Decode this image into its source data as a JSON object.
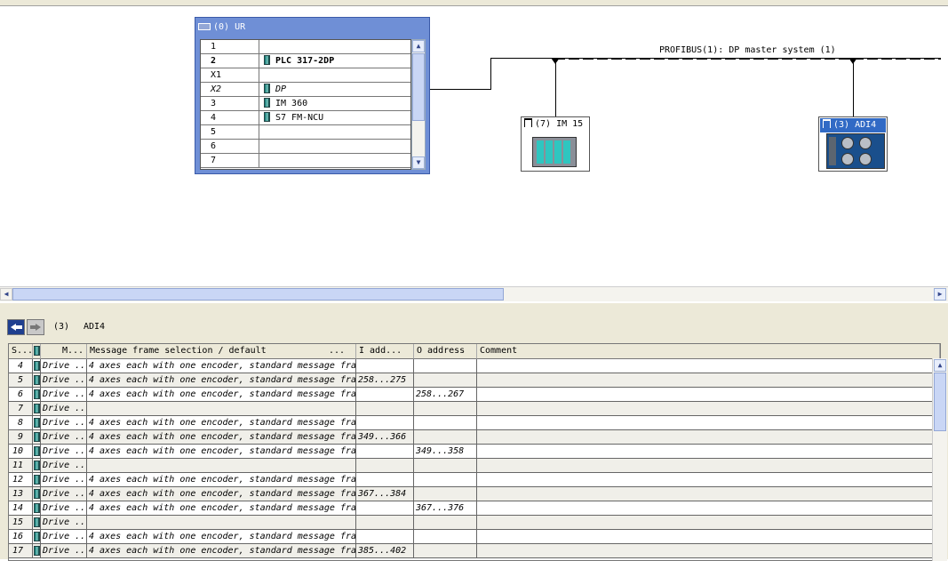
{
  "rack": {
    "title": "(0) UR",
    "rows": [
      {
        "slot": "1",
        "module": "",
        "slot_bold": false,
        "slot_italic": false,
        "module_bold": false,
        "module_italic": false,
        "icon": false
      },
      {
        "slot": "2",
        "module": "PLC 317-2DP",
        "slot_bold": true,
        "slot_italic": false,
        "module_bold": true,
        "module_italic": false,
        "icon": true
      },
      {
        "slot": "X1",
        "module": "",
        "slot_bold": false,
        "slot_italic": false,
        "module_bold": false,
        "module_italic": false,
        "icon": false
      },
      {
        "slot": "X2",
        "module": "DP",
        "slot_bold": false,
        "slot_italic": true,
        "module_bold": false,
        "module_italic": true,
        "icon": true
      },
      {
        "slot": "3",
        "module": "IM 360",
        "slot_bold": false,
        "slot_italic": false,
        "module_bold": false,
        "module_italic": false,
        "icon": true
      },
      {
        "slot": "4",
        "module": "S7 FM-NCU",
        "slot_bold": false,
        "slot_italic": false,
        "module_bold": false,
        "module_italic": false,
        "icon": true
      },
      {
        "slot": "5",
        "module": "",
        "slot_bold": false,
        "slot_italic": false,
        "module_bold": false,
        "module_italic": false,
        "icon": false
      },
      {
        "slot": "6",
        "module": "",
        "slot_bold": false,
        "slot_italic": false,
        "module_bold": false,
        "module_italic": false,
        "icon": false
      },
      {
        "slot": "7",
        "module": "",
        "slot_bold": false,
        "slot_italic": false,
        "module_bold": false,
        "module_italic": false,
        "icon": false
      }
    ]
  },
  "network": {
    "bus_label": "PROFIBUS(1): DP master system (1)",
    "stations": [
      {
        "label": "(7) IM 15",
        "selected": false
      },
      {
        "label": "(3) ADI4",
        "selected": true
      }
    ]
  },
  "detail": {
    "slot": "(3)",
    "name": "ADI4",
    "columns": [
      "S...",
      "",
      "M...",
      "Message frame selection / default",
      "I add...",
      "O address",
      "Comment"
    ],
    "header_ellipsis": "...",
    "rows": [
      {
        "slot": "4",
        "module": "Drive ...",
        "message": "4 axes each with one encoder, standard message fra",
        "i_addr": "",
        "o_addr": "",
        "comment": ""
      },
      {
        "slot": "5",
        "module": "Drive ...",
        "message": "4 axes each with one encoder, standard message fra",
        "i_addr": "258...275",
        "o_addr": "",
        "comment": ""
      },
      {
        "slot": "6",
        "module": "Drive ...",
        "message": "4 axes each with one encoder, standard message fra",
        "i_addr": "",
        "o_addr": "258...267",
        "comment": ""
      },
      {
        "slot": "7",
        "module": "Drive ...",
        "message": "",
        "i_addr": "",
        "o_addr": "",
        "comment": ""
      },
      {
        "slot": "8",
        "module": "Drive ...",
        "message": "4 axes each with one encoder, standard message fra",
        "i_addr": "",
        "o_addr": "",
        "comment": ""
      },
      {
        "slot": "9",
        "module": "Drive ...",
        "message": "4 axes each with one encoder, standard message fra",
        "i_addr": "349...366",
        "o_addr": "",
        "comment": ""
      },
      {
        "slot": "10",
        "module": "Drive ...",
        "message": "4 axes each with one encoder, standard message fra",
        "i_addr": "",
        "o_addr": "349...358",
        "comment": ""
      },
      {
        "slot": "11",
        "module": "Drive ...",
        "message": "",
        "i_addr": "",
        "o_addr": "",
        "comment": ""
      },
      {
        "slot": "12",
        "module": "Drive ...",
        "message": "4 axes each with one encoder, standard message fra",
        "i_addr": "",
        "o_addr": "",
        "comment": ""
      },
      {
        "slot": "13",
        "module": "Drive ...",
        "message": "4 axes each with one encoder, standard message fra",
        "i_addr": "367...384",
        "o_addr": "",
        "comment": ""
      },
      {
        "slot": "14",
        "module": "Drive ...",
        "message": "4 axes each with one encoder, standard message fra",
        "i_addr": "",
        "o_addr": "367...376",
        "comment": ""
      },
      {
        "slot": "15",
        "module": "Drive ...",
        "message": "",
        "i_addr": "",
        "o_addr": "",
        "comment": ""
      },
      {
        "slot": "16",
        "module": "Drive ...",
        "message": "4 axes each with one encoder, standard message fra",
        "i_addr": "",
        "o_addr": "",
        "comment": ""
      },
      {
        "slot": "17",
        "module": "Drive ...",
        "message": "4 axes each with one encoder, standard message fra",
        "i_addr": "385...402",
        "o_addr": "",
        "comment": ""
      }
    ]
  },
  "colors": {
    "rack_frame": "#6f8fd6",
    "selection": "#316ac5",
    "module_teal": "#2d8a86",
    "panel": "#ece9d8"
  }
}
